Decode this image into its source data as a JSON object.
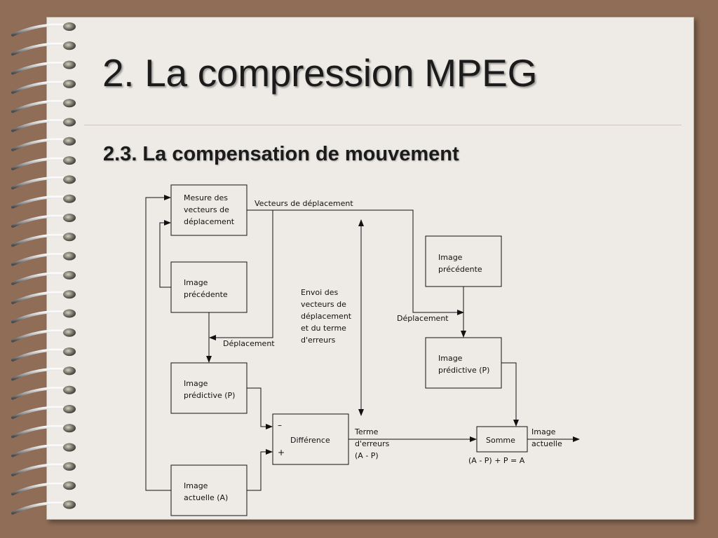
{
  "slide": {
    "title": "2. La compression MPEG",
    "subtitle": "2.3. La compensation de mouvement"
  },
  "diagram": {
    "box_mesure": [
      "Mesure des",
      "vecteurs de",
      "déplacement"
    ],
    "box_prec_left": [
      "Image",
      "précédente"
    ],
    "box_pred_left": [
      "Image",
      "prédictive (P)"
    ],
    "box_actuelle": [
      "Image",
      "actuelle (A)"
    ],
    "box_difference": "Différence",
    "box_prec_right": [
      "Image",
      "précédente"
    ],
    "box_pred_right": [
      "Image",
      "prédictive (P)"
    ],
    "box_somme": "Somme",
    "label_vecteurs": "Vecteurs de déplacement",
    "label_deplacement_left": "Déplacement",
    "label_deplacement_right": "Déplacement",
    "label_envoi": [
      "Envoi  des",
      "vecteurs de",
      "déplacement",
      "et du terme",
      "d'erreurs"
    ],
    "label_terme": [
      "Terme",
      "d'erreurs",
      "(A - P)"
    ],
    "label_image_actuelle": [
      "Image",
      "actuelle"
    ],
    "formula": "(A - P) + P = A",
    "sign_minus": "–",
    "sign_plus": "+"
  }
}
